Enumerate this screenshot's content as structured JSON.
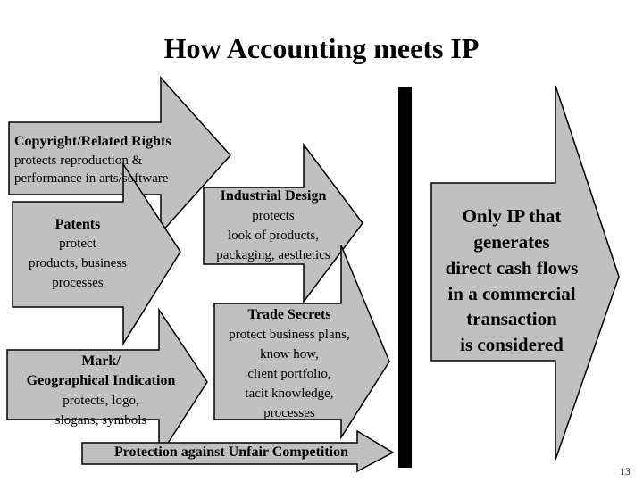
{
  "title": "How  Accounting meets IP",
  "page_number": "13",
  "colors": {
    "arrow_fill": "#c0c0c0",
    "arrow_stroke": "#000000",
    "divider": "#000000",
    "background": "#ffffff"
  },
  "arrows": {
    "copyright": {
      "heading": "Copyright/Related Rights",
      "lines": [
        "protects reproduction &",
        "performance in arts/software"
      ]
    },
    "patents": {
      "heading": "Patents",
      "lines": [
        "protect",
        "products, business",
        "processes"
      ]
    },
    "mark": {
      "heading_lines": [
        "Mark/",
        "Geographical Indication"
      ],
      "lines": [
        "protects, logo,",
        "slogans, symbols"
      ]
    },
    "industrial_design": {
      "heading": "Industrial Design",
      "lines": [
        "protects",
        "look of products,",
        "packaging, aesthetics"
      ]
    },
    "trade_secrets": {
      "heading": "Trade Secrets",
      "lines": [
        "protect business plans,",
        "know how,",
        "client portfolio,",
        "tacit knowledge,",
        "processes"
      ]
    },
    "unfair_competition": {
      "heading": "Protection against Unfair Competition"
    },
    "result": {
      "lines": [
        "Only IP that",
        "generates",
        "direct cash flows",
        "in a commercial",
        "transaction",
        "is considered"
      ]
    }
  }
}
